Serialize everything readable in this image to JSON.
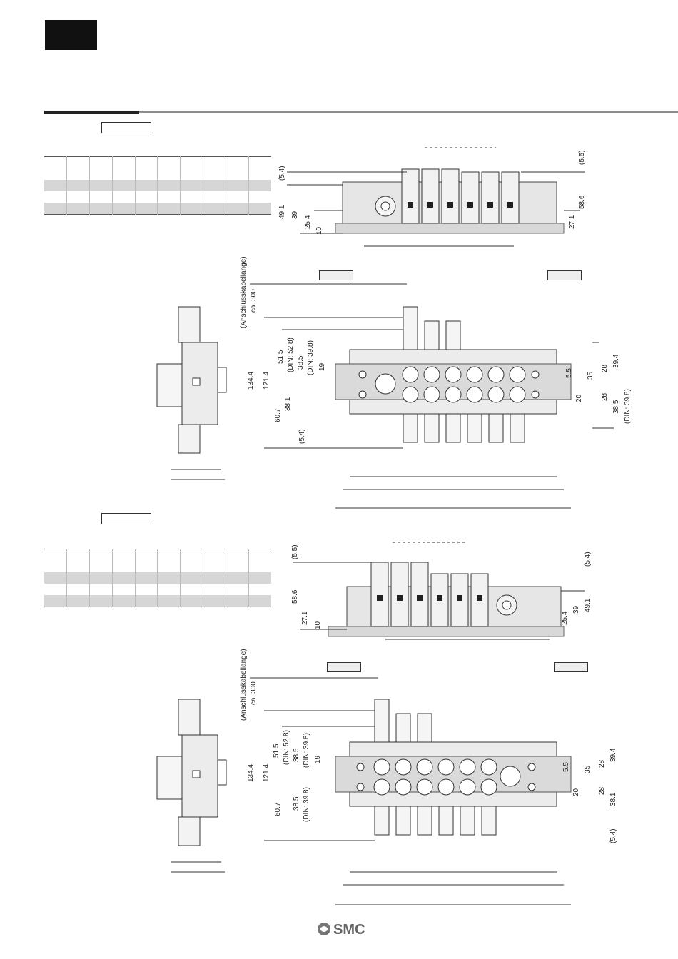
{
  "dims_front_top": [
    "(5.5)",
    "(5.4)",
    "49.1",
    "39",
    "25.4",
    "10",
    "27.1",
    "58.6"
  ],
  "dims_plan_top": [
    "(Anschlusskabellänge)",
    "ca. 300",
    "134.4",
    "121.4",
    "60.7",
    "51.5",
    "(DIN: 52.8)",
    "38.5",
    "(DIN: 39.8)",
    "19",
    "38.1",
    "(5.4)",
    "39.4",
    "28",
    "5.5",
    "35",
    "20",
    "28",
    "38.5",
    "(DIN: 39.8)"
  ],
  "dims_front_bottom": [
    "(5.5)",
    "(5.4)",
    "58.6",
    "27.1",
    "10",
    "25.4",
    "39",
    "49.1"
  ],
  "dims_plan_bottom": [
    "(Anschlusskabellänge)",
    "ca. 300",
    "134.4",
    "121.4",
    "60.7",
    "51.5",
    "(DIN: 52.8)",
    "38.5",
    "(DIN: 39.8)",
    "19",
    "38.5",
    "(DIN: 39.8)",
    "39.4",
    "28",
    "5.5",
    "35",
    "20",
    "28",
    "38.1",
    "(5.4)"
  ],
  "logo": {
    "text": "SMC"
  }
}
